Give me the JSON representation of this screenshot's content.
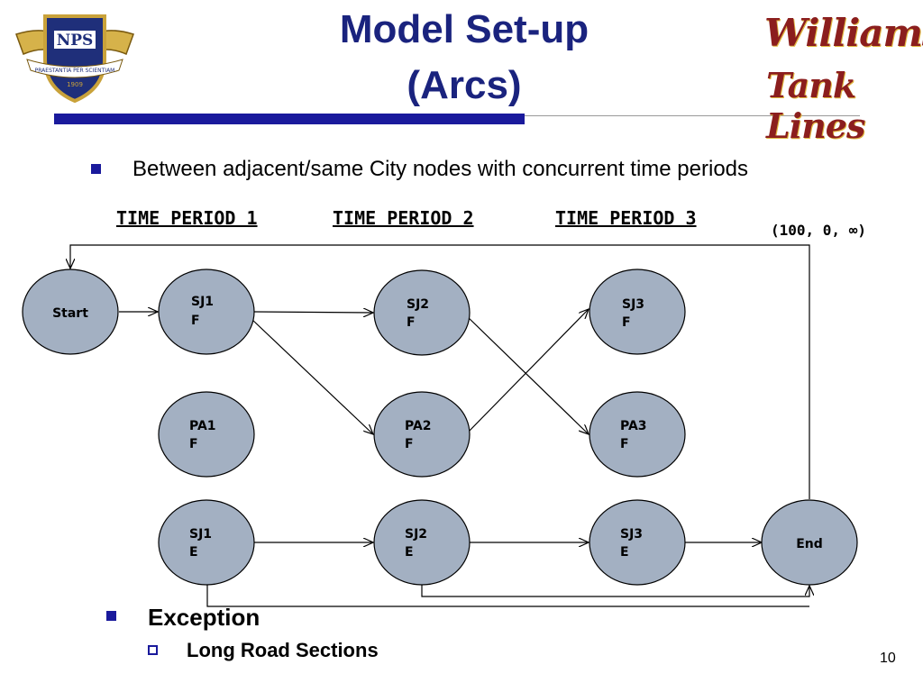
{
  "title": {
    "line1": "Model Set-up",
    "line2": "(Arcs)"
  },
  "logos": {
    "nps": {
      "text": "NPS",
      "motto": "PRAESTANTIA PER SCIENTIAM",
      "year": "1909"
    },
    "williams": {
      "line1": "Williams",
      "line2": "Tank Lines"
    }
  },
  "bullets": {
    "main": "Between adjacent/same City nodes with concurrent time periods",
    "exception": "Exception",
    "sub": "Long Road Sections"
  },
  "periods": [
    "TIME PERIOD 1",
    "TIME PERIOD 2",
    "TIME PERIOD 3"
  ],
  "return_arc_label": "(100, 0, ∞)",
  "nodes": {
    "start": {
      "line1": "Start"
    },
    "sj1f": {
      "line1": "SJ1",
      "line2": "F"
    },
    "sj2f": {
      "line1": "SJ2",
      "line2": "F"
    },
    "sj3f": {
      "line1": "SJ3",
      "line2": "F"
    },
    "pa1f": {
      "line1": "PA1",
      "line2": "F"
    },
    "pa2f": {
      "line1": "PA2",
      "line2": "F"
    },
    "pa3f": {
      "line1": "PA3",
      "line2": "F"
    },
    "sj1e": {
      "line1": "SJ1",
      "line2": "E"
    },
    "sj2e": {
      "line1": "SJ2",
      "line2": "E"
    },
    "sj3e": {
      "line1": "SJ3",
      "line2": "E"
    },
    "end": {
      "line1": "End"
    }
  },
  "colors": {
    "title": "#1a237e",
    "accent": "#1a1a9c",
    "node_fill": "#a3b0c2",
    "node_stroke": "#000000"
  },
  "page_number": "10"
}
